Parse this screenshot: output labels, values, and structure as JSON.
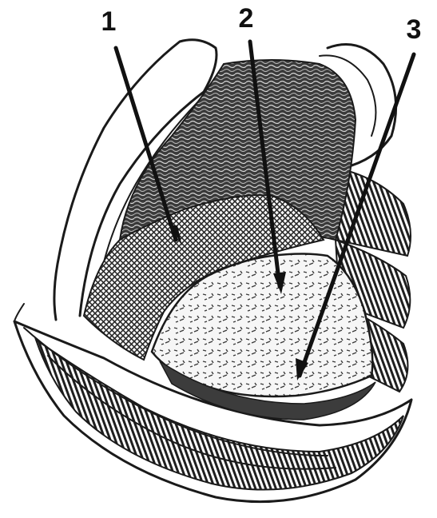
{
  "labels": [
    {
      "id": "1",
      "text": "1"
    },
    {
      "id": "2",
      "text": "2"
    },
    {
      "id": "3",
      "text": "3"
    }
  ],
  "colors": {
    "ink": "#1a1a1a",
    "paper": "#ffffff",
    "fiber_fill": "#555555",
    "mesh_fill": "#6e6e6e",
    "tissue_fill": "#f2f2f2"
  },
  "icons": {
    "pattern_fibers": "fibrous-tissue-texture",
    "pattern_mesh": "crosshatch-mesh-texture",
    "pattern_ribs": "striped-rib-texture"
  }
}
